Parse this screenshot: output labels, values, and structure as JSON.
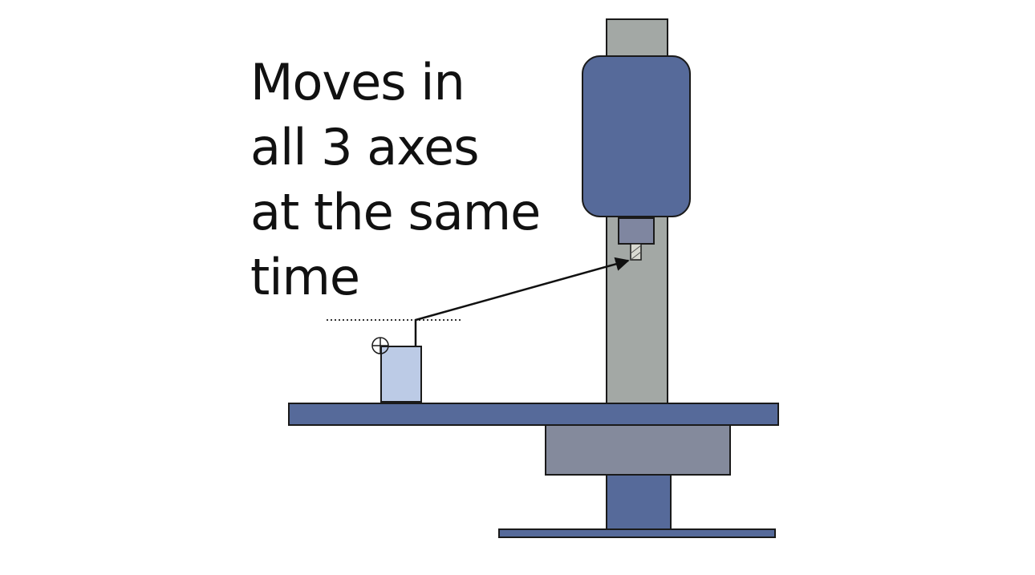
{
  "caption": {
    "lines": [
      "Moves in",
      "all 3 axes",
      "at the same",
      "time"
    ]
  },
  "colors": {
    "background": "#ffffff",
    "column": "#a3a8a5",
    "spindle_head": "#566a9a",
    "chuck": "#7f86a0",
    "table": "#566a9a",
    "saddle": "#848a9c",
    "base_post": "#566a9a",
    "workpiece": "#bccbe6",
    "outline": "#1a1a1a"
  }
}
